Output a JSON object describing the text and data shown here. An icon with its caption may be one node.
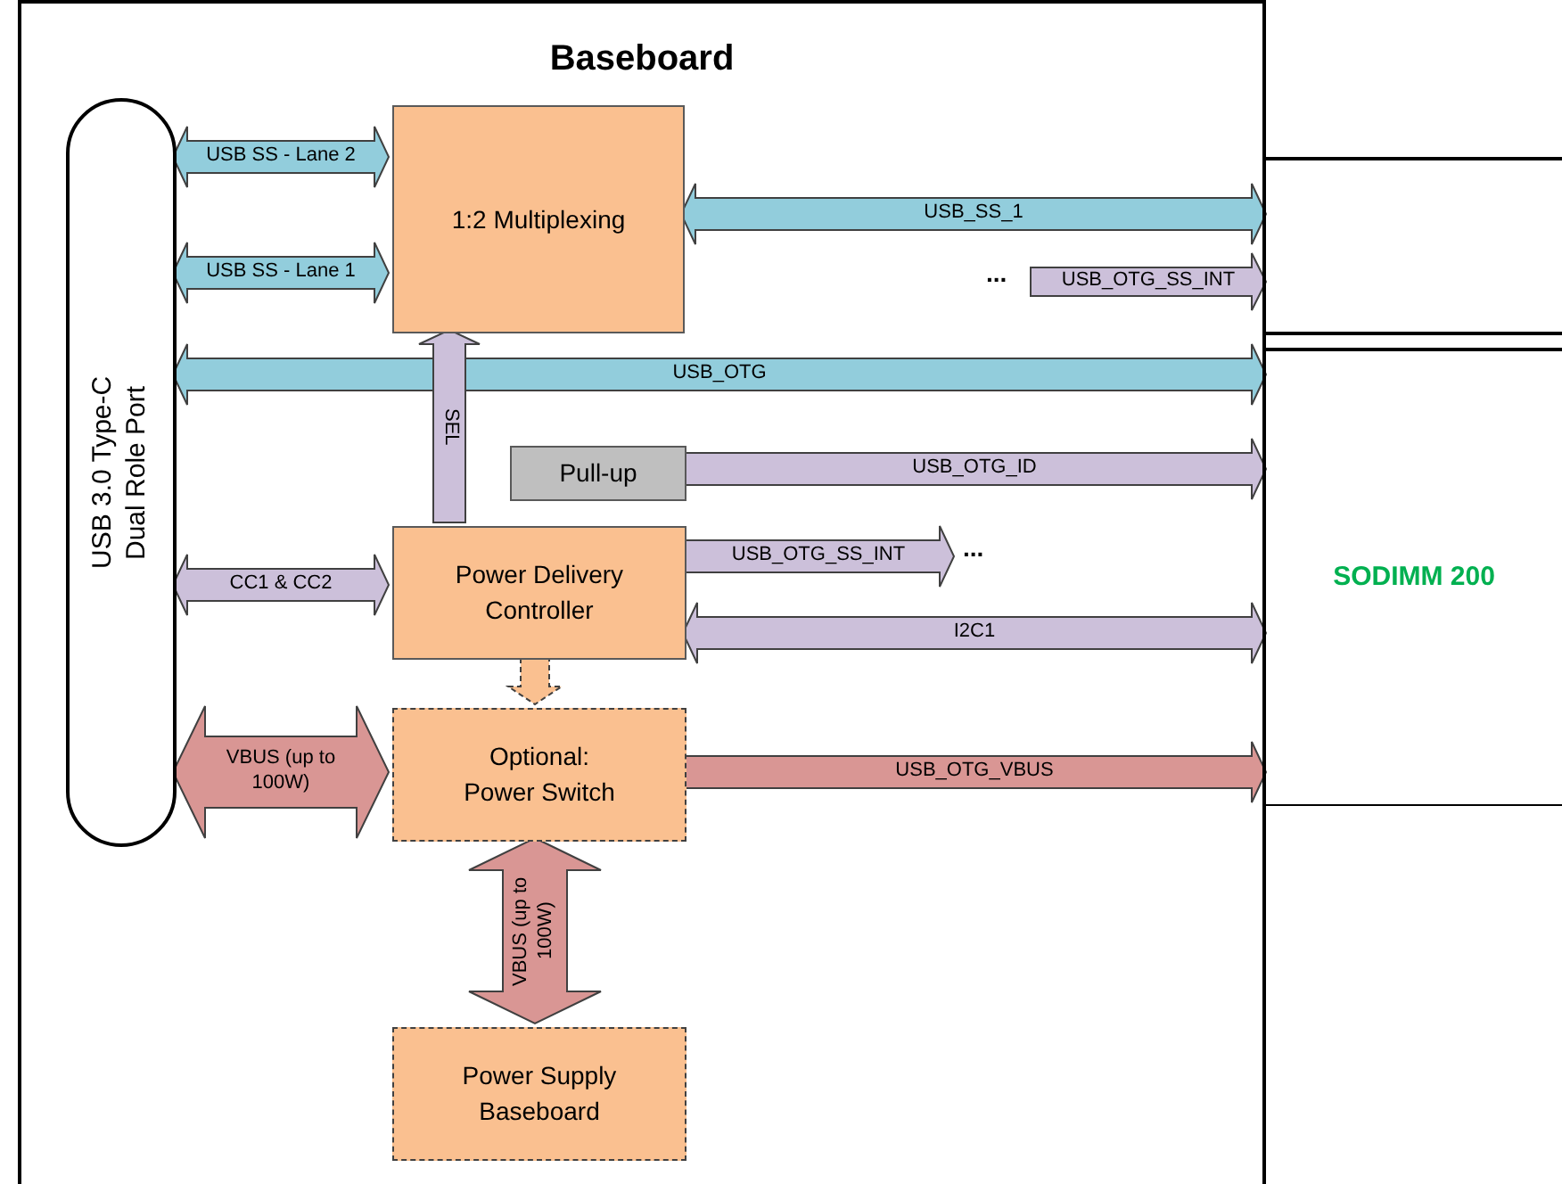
{
  "diagram": {
    "nodes": [
      {
        "text": [
          "Baseboard"
        ]
      },
      {
        "text": [
          "USB 3.0 Type-C Dual Role Port"
        ],
        "in": 0
      },
      {
        "text": [
          "1:2 Multiplexing"
        ],
        "in": 0
      },
      {
        "text": [
          "Pull-up"
        ],
        "in": 0
      },
      {
        "text": [
          "Power Delivery Controller"
        ],
        "in": 0
      },
      {
        "text": [
          "Optional: Power Switch"
        ],
        "in": 0
      },
      {
        "text": [
          "Power Supply Baseboard"
        ],
        "in": 0
      },
      {
        "text": [],
        "shape": "box"
      },
      {
        "text": [
          "SODIMM 200"
        ]
      }
    ],
    "edges": [
      {
        "from": 1,
        "to": 2,
        "arrow": "both",
        "label": "USB SS - Lane 2",
        "color": "#92cddc"
      },
      {
        "from": 1,
        "to": 2,
        "arrow": "both",
        "label": "USB SS - Lane 1",
        "color": "#92cddc"
      },
      {
        "from": 2,
        "to": 7,
        "arrow": "both",
        "label": "USB_SS_1",
        "color": "#92cddc"
      },
      {
        "from": null,
        "to": 7,
        "arrow": "to",
        "label": "USB_OTG_SS_INT"
      },
      {
        "from": 1,
        "to": 8,
        "arrow": "both",
        "label": "USB_OTG",
        "color": "#92cddc"
      },
      {
        "from": 4,
        "to": 2,
        "arrow": "to",
        "label": "SEL"
      },
      {
        "from": 3,
        "to": 8,
        "arrow": "to",
        "label": "USB_OTG_ID"
      },
      {
        "from": 4,
        "to": null,
        "arrow": "to",
        "label": "USB_OTG_SS_INT"
      },
      {
        "from": 1,
        "to": 4,
        "arrow": "both",
        "label": "CC1 & CC2"
      },
      {
        "from": 4,
        "to": 8,
        "arrow": "both",
        "label": "I2C1"
      },
      {
        "from": 4,
        "to": 5,
        "arrow": "to",
        "style": "dashed",
        "color": "#fac090"
      },
      {
        "from": 1,
        "to": 5,
        "arrow": "both",
        "label": "VBUS (up to 100W)",
        "color": "#d99694"
      },
      {
        "from": 5,
        "to": 8,
        "arrow": "to",
        "label": "USB_OTG_VBUS",
        "color": "#d99694"
      },
      {
        "from": 5,
        "to": 6,
        "arrow": "both",
        "label": "VBUS (up to 100W)",
        "color": "#d99694"
      }
    ],
    "labels": [
      "...",
      "..."
    ]
  }
}
